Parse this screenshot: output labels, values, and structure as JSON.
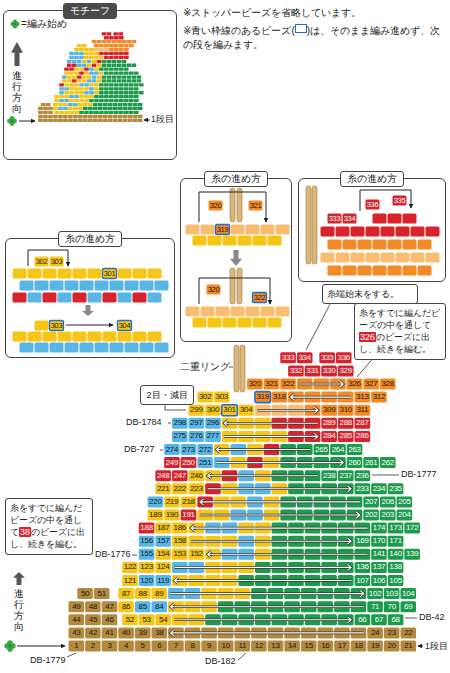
{
  "diagram": {
    "nodes": [
      {
        "text": [
          "モチーフ"
        ]
      },
      {
        "text": [
          "糸の進め方"
        ]
      },
      {
        "text": [
          "糸の進め方"
        ]
      },
      {
        "text": [
          "糸端始末をする。"
        ]
      },
      {
        "text": [
          "糸をすでに編んだビーズの中を通して326のビーズに出し、続きを編む。"
        ]
      },
      {
        "text": [
          "糸の進め方"
        ]
      },
      {
        "text": [
          "2目・減目"
        ]
      },
      {
        "text": [
          "糸をすでに編んだビーズの中を通して38のビーズに出し、続きを編む。"
        ]
      }
    ],
    "labels": [
      "※ストッパービーズを省略しています。",
      "※青い枠線のあるビーズ(　)は、そのまま編み進めず、次の段を編みます。",
      "進行方向",
      "1段目",
      "320",
      "321",
      "319",
      "320",
      "322",
      "336",
      "335",
      "334",
      "333",
      "302",
      "303",
      "301",
      "303",
      "304",
      "二重リング",
      "DB-1784",
      "DB-727",
      "DB-1777",
      "DB-1776",
      "進行方向",
      "DB-42",
      "DB-1779",
      "DB-182",
      "1段目",
      "333",
      "334",
      "335",
      "336",
      "332",
      "331",
      "330",
      "329",
      "320",
      "321",
      "322",
      "326",
      "327",
      "328",
      "302",
      "303",
      "319",
      "318",
      "313",
      "312",
      "299",
      "300",
      "301",
      "304",
      "309",
      "310",
      "311",
      "298",
      "297",
      "296",
      "289",
      "288",
      "287",
      "275",
      "276",
      "277",
      "284",
      "285",
      "286",
      "274",
      "273",
      "272",
      "265",
      "264",
      "263",
      "249",
      "250",
      "251",
      "260",
      "261",
      "262",
      "248",
      "247",
      "246",
      "238",
      "237",
      "236",
      "221",
      "222",
      "223",
      "233",
      "234",
      "235",
      "220",
      "219",
      "218",
      "207",
      "206",
      "205",
      "189",
      "190",
      "191",
      "202",
      "203",
      "204",
      "188",
      "187",
      "186",
      "174",
      "173",
      "172",
      "156",
      "157",
      "158",
      "169",
      "170",
      "171",
      "155",
      "154",
      "153",
      "152",
      "141",
      "140",
      "139",
      "122",
      "123",
      "124",
      "136",
      "137",
      "138",
      "121",
      "120",
      "119",
      "107",
      "106",
      "105",
      "50",
      "51",
      "87",
      "88",
      "89",
      "102",
      "103",
      "104",
      "49",
      "48",
      "47",
      "86",
      "85",
      "84",
      "71",
      "70",
      "69",
      "44",
      "45",
      "46",
      "52",
      "53",
      "54",
      "66",
      "67",
      "68",
      "43",
      "42",
      "41",
      "40",
      "39",
      "38",
      "24",
      "23",
      "22",
      "1",
      "2",
      "3",
      "4",
      "5",
      "6",
      "7",
      "8",
      "9",
      "10",
      "11",
      "12",
      "13",
      "14",
      "15",
      "16",
      "17",
      "18",
      "19",
      "20",
      "21"
    ],
    "legend": [
      {
        "text": "=編み始め"
      }
    ]
  }
}
